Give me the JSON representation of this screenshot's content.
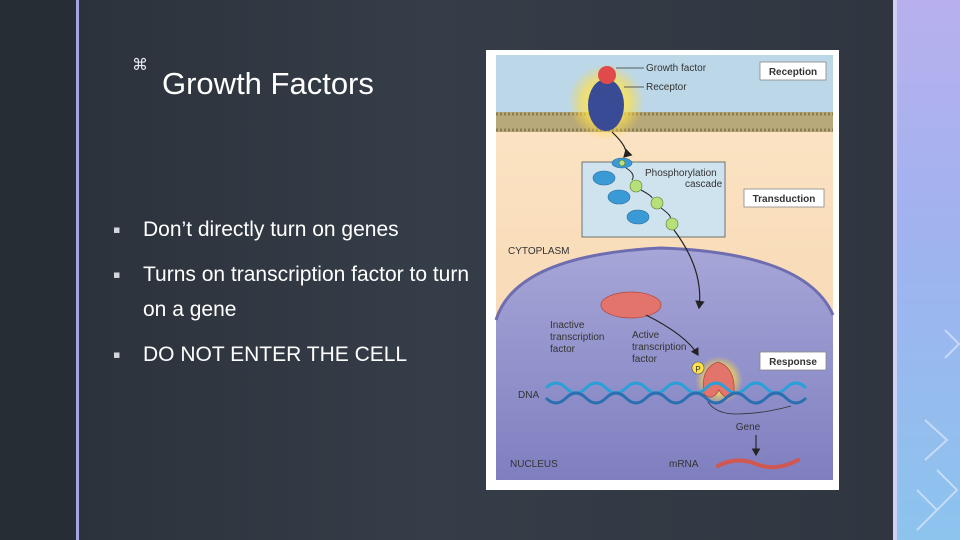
{
  "slide": {
    "title_icon": "⌘",
    "title": "Growth Factors",
    "bullet_marker": "▪",
    "bullets": [
      "Don’t directly turn on genes",
      "Turns on transcription factor to turn on a gene",
      "DO NOT ENTER THE CELL"
    ]
  },
  "figure": {
    "labels": {
      "growth_factor": "Growth factor",
      "receptor": "Receptor",
      "reception": "Reception",
      "phosphorylation": "Phosphorylation",
      "cascade": "cascade",
      "transduction": "Transduction",
      "cytoplasm": "CYTOPLASM",
      "inactive": "Inactive",
      "transcription_1": "transcription",
      "factor_1": "factor",
      "active": "Active",
      "transcription_2": "transcription",
      "factor_2": "factor",
      "response": "Response",
      "p": "P",
      "dna": "DNA",
      "gene": "Gene",
      "nucleus": "NUCLEUS",
      "mrna": "mRNA"
    }
  },
  "colors": {
    "accent_lavender": "#a4a6e0",
    "background": "#2e3540",
    "cytoplasm": "#f8d8b4",
    "nucleus": "#8c8cc6",
    "receptor": "#3a4b95",
    "growth_factor": "#e04a4a",
    "transcription_factor": "#e3746c"
  }
}
